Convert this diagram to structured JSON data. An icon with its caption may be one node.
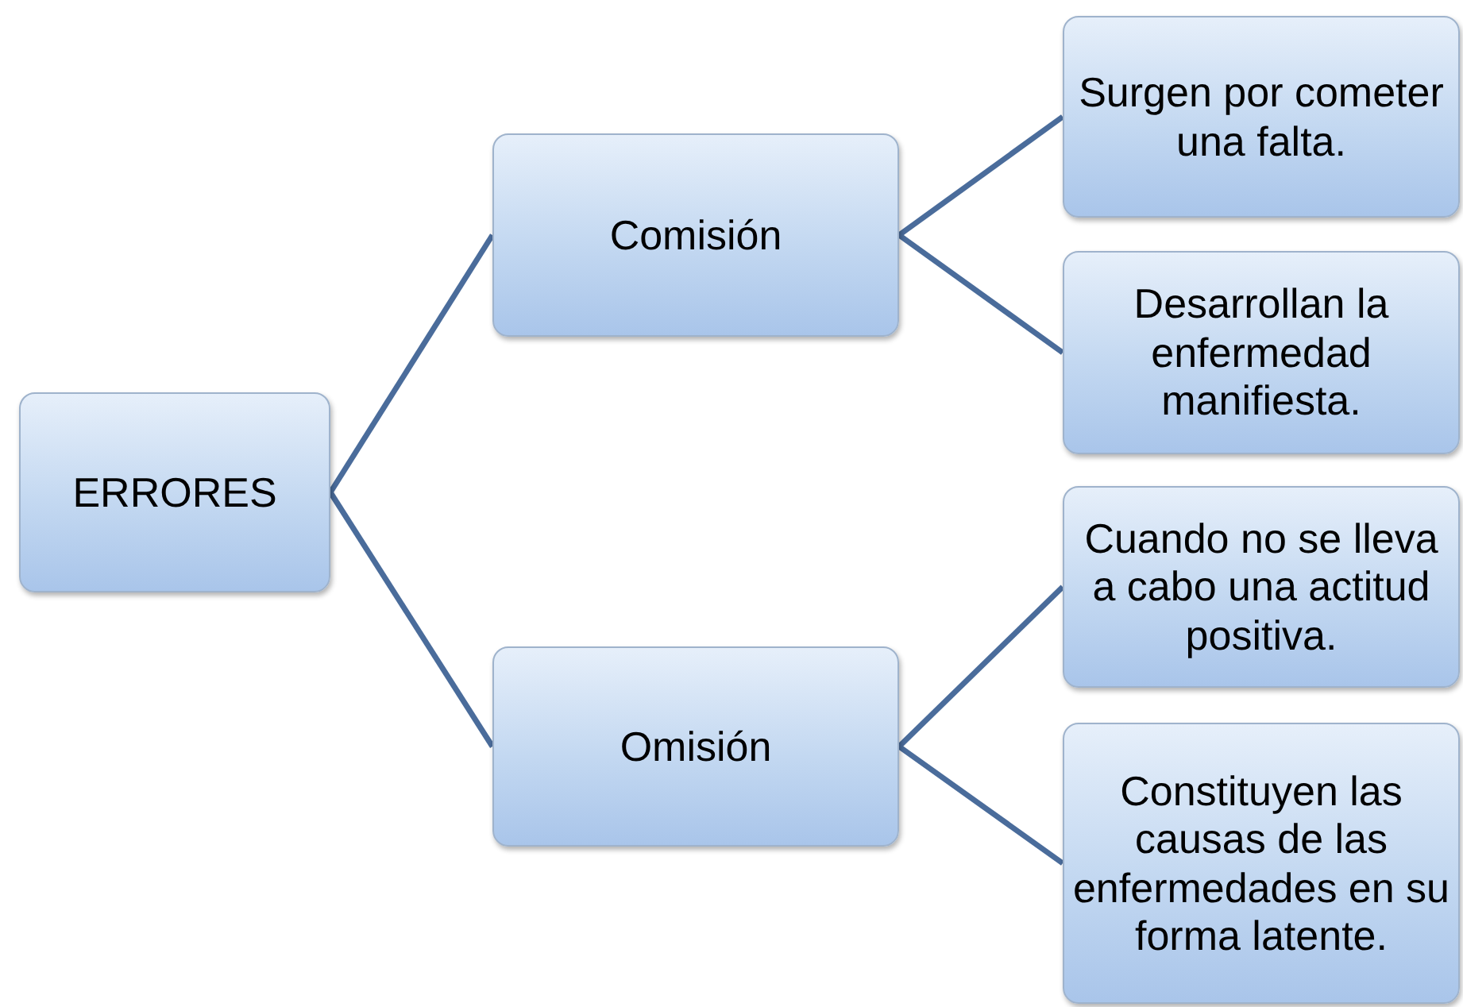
{
  "diagram": {
    "nodes": [
      {
        "text": [
          "ERRORES"
        ]
      },
      {
        "text": [
          "Comisión"
        ]
      },
      {
        "text": [
          "Omisión"
        ]
      },
      {
        "text": [
          "Surgen por cometer una falta."
        ]
      },
      {
        "text": [
          "Desarrollan la enfermedad manifiesta."
        ]
      },
      {
        "text": [
          "Cuando no se lleva a cabo una actitud positiva."
        ]
      },
      {
        "text": [
          "Constituyen las causas de las enfermedades en su forma latente."
        ]
      }
    ],
    "edges": [
      {
        "from": 0,
        "to": 1,
        "arrow": "none"
      },
      {
        "from": 0,
        "to": 2,
        "arrow": "none"
      },
      {
        "from": 1,
        "to": 3,
        "arrow": "none"
      },
      {
        "from": 1,
        "to": 4,
        "arrow": "none"
      },
      {
        "from": 2,
        "to": 5,
        "arrow": "none"
      },
      {
        "from": 2,
        "to": 6,
        "arrow": "none"
      }
    ]
  }
}
